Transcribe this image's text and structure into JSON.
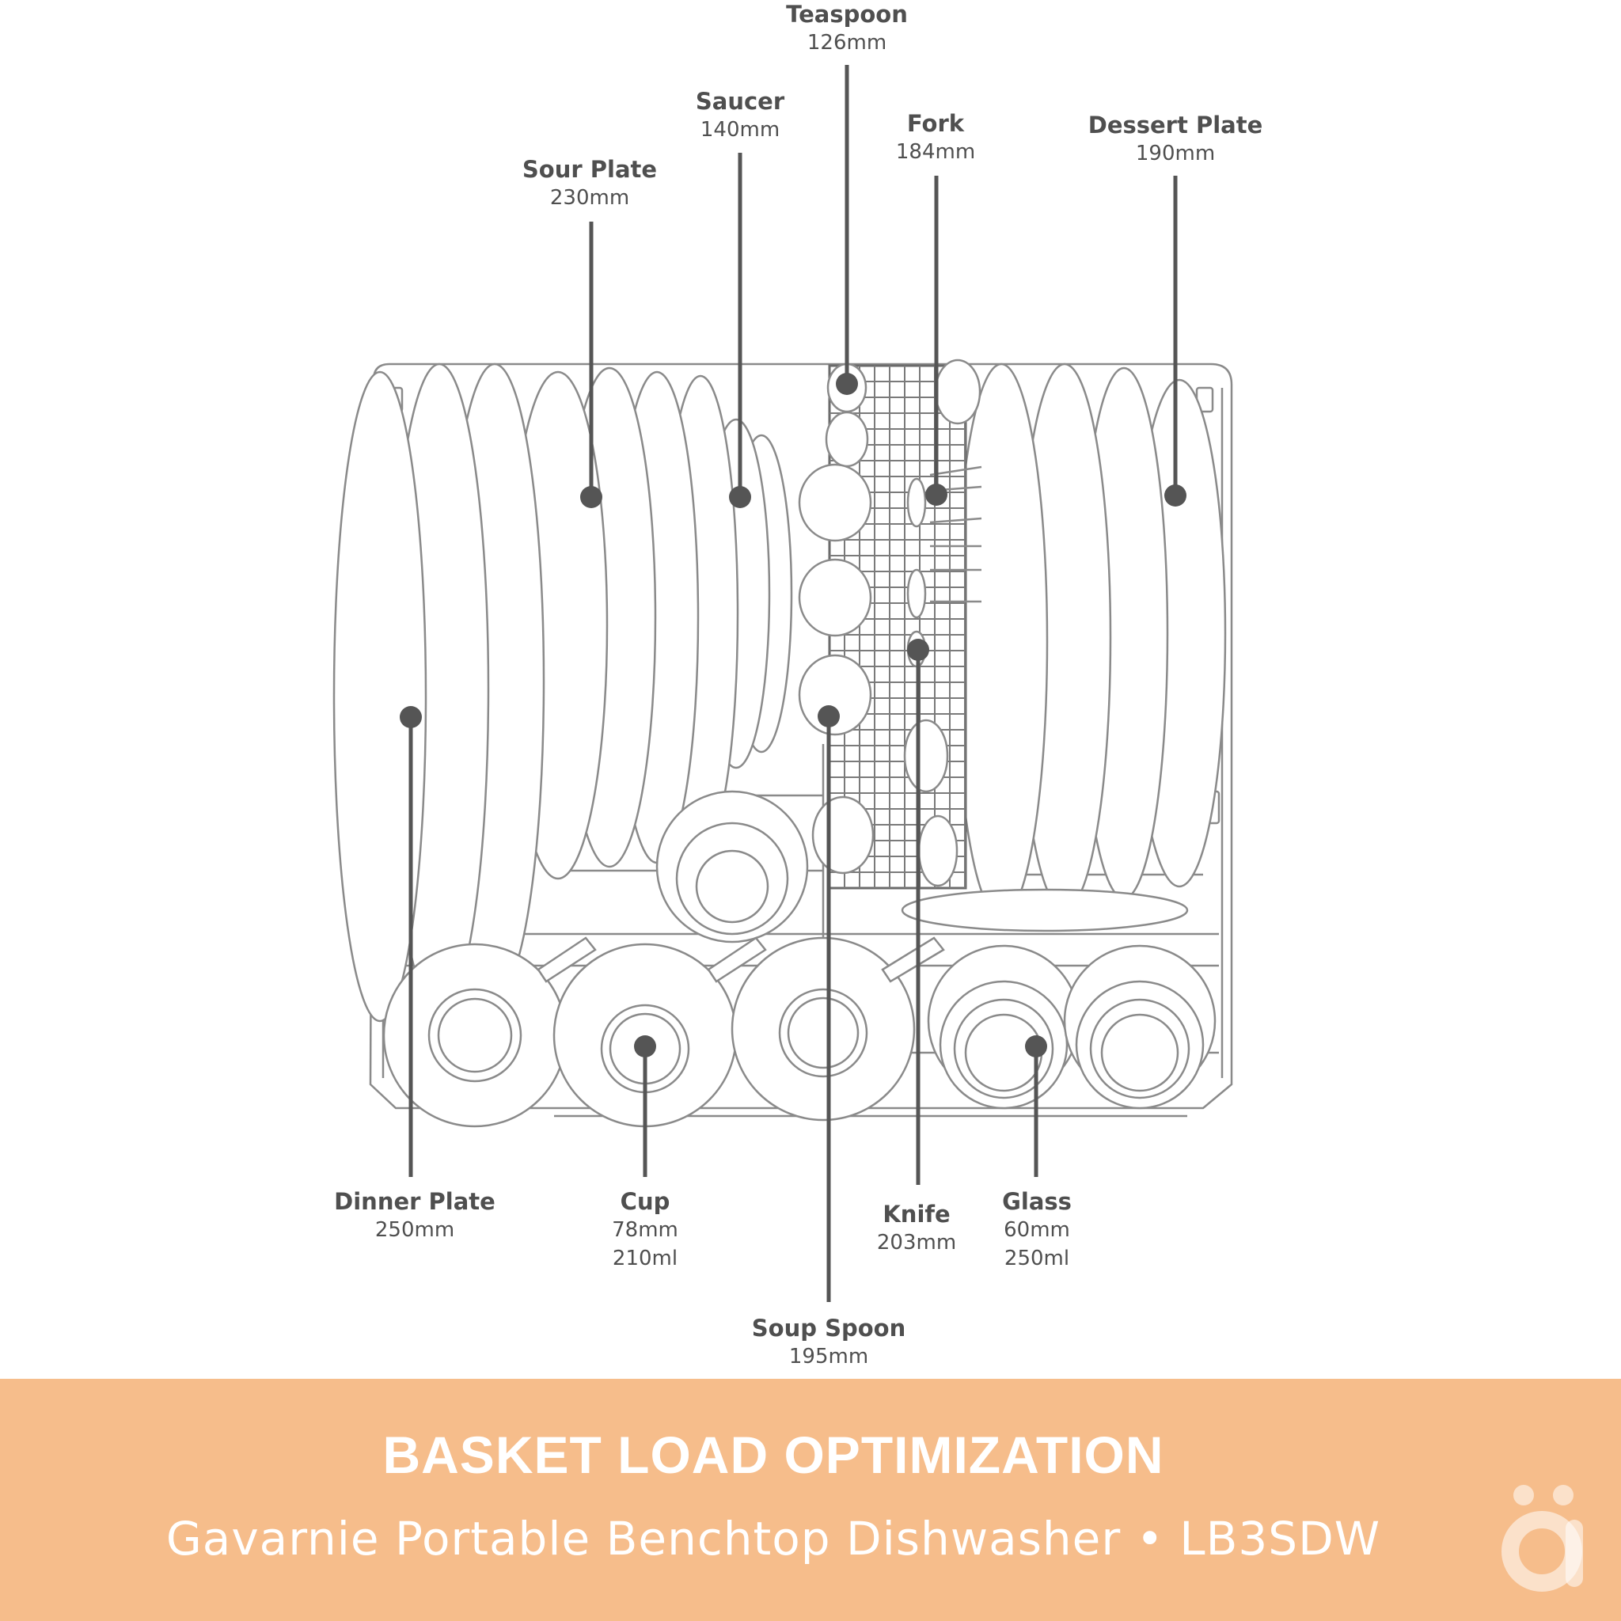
{
  "labels": [
    {
      "key": "teaspoon",
      "name": "Teaspoon",
      "specs": [
        "126mm"
      ]
    },
    {
      "key": "saucer",
      "name": "Saucer",
      "specs": [
        "140mm"
      ]
    },
    {
      "key": "sour_plate",
      "name": "Sour Plate",
      "specs": [
        "230mm"
      ]
    },
    {
      "key": "fork",
      "name": "Fork",
      "specs": [
        "184mm"
      ]
    },
    {
      "key": "dessert_plate",
      "name": "Dessert Plate",
      "specs": [
        "190mm"
      ]
    },
    {
      "key": "dinner_plate",
      "name": "Dinner Plate",
      "specs": [
        "250mm"
      ]
    },
    {
      "key": "cup",
      "name": "Cup",
      "specs": [
        "78mm",
        "210ml"
      ]
    },
    {
      "key": "knife",
      "name": "Knife",
      "specs": [
        "203mm"
      ]
    },
    {
      "key": "glass",
      "name": "Glass",
      "specs": [
        "60mm",
        "250ml"
      ]
    },
    {
      "key": "soup_spoon",
      "name": "Soup Spoon",
      "specs": [
        "195mm"
      ]
    }
  ],
  "footer": {
    "title": "BASKET LOAD OPTIMIZATION",
    "subtitle": "Gavarnie Portable Benchtop Dishwasher • LB3SDW",
    "logo_text": "ä"
  },
  "colors": {
    "footer_bg": "#f6bd8b",
    "line": "#555555",
    "outline": "#8a8a8a",
    "label_text": "#4f4f4f",
    "footer_text": "#ffffff"
  }
}
